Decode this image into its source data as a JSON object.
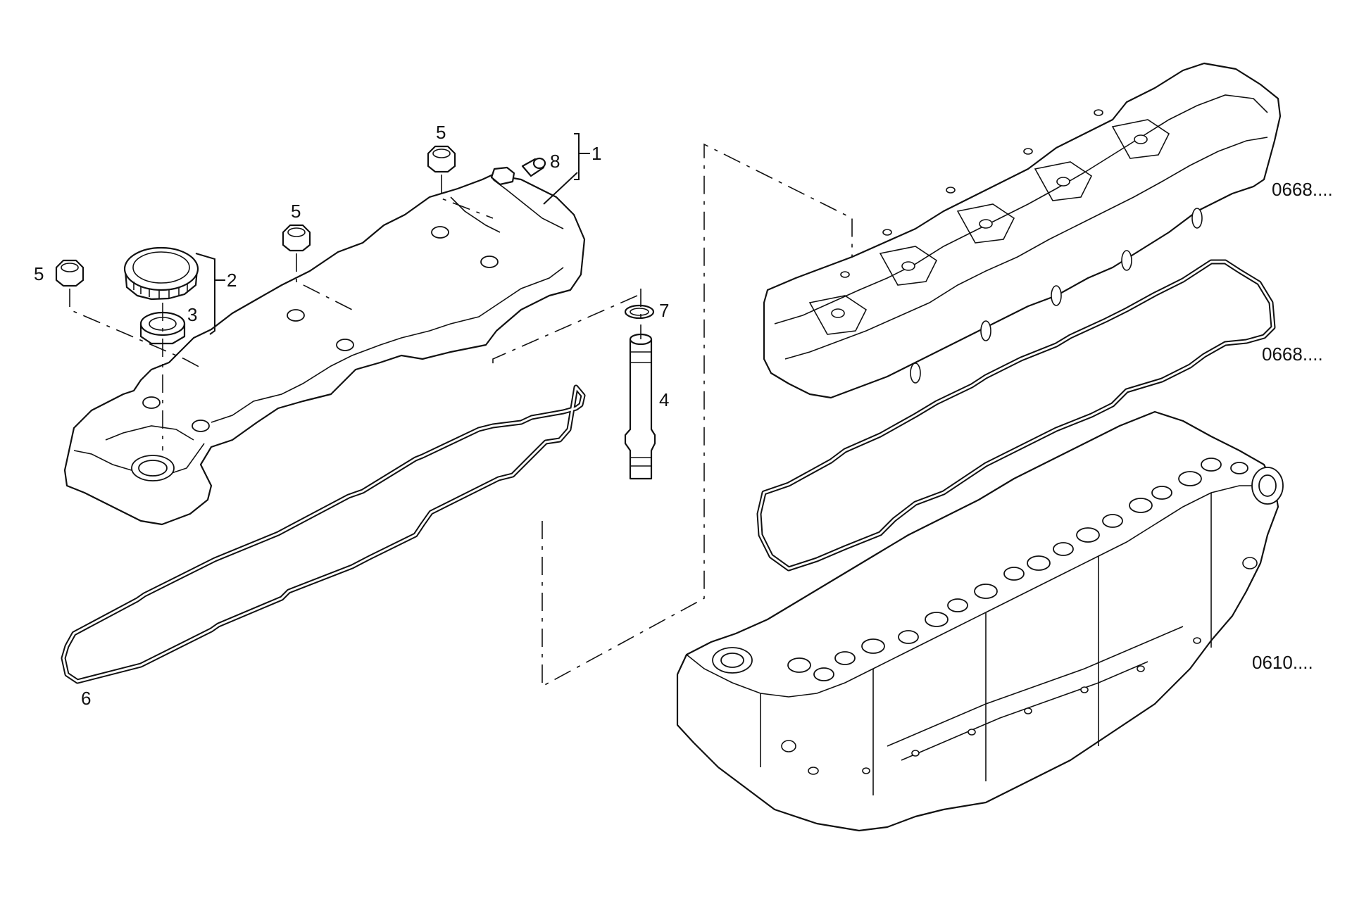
{
  "callouts": {
    "c1": "1",
    "c2": "2",
    "c3": "3",
    "c4": "4",
    "c5a": "5",
    "c5b": "5",
    "c5c": "5",
    "c6": "6",
    "c7": "7",
    "c8": "8"
  },
  "references": {
    "ref_top": "0668....",
    "ref_mid": "0668....",
    "ref_bot": "0610...."
  }
}
